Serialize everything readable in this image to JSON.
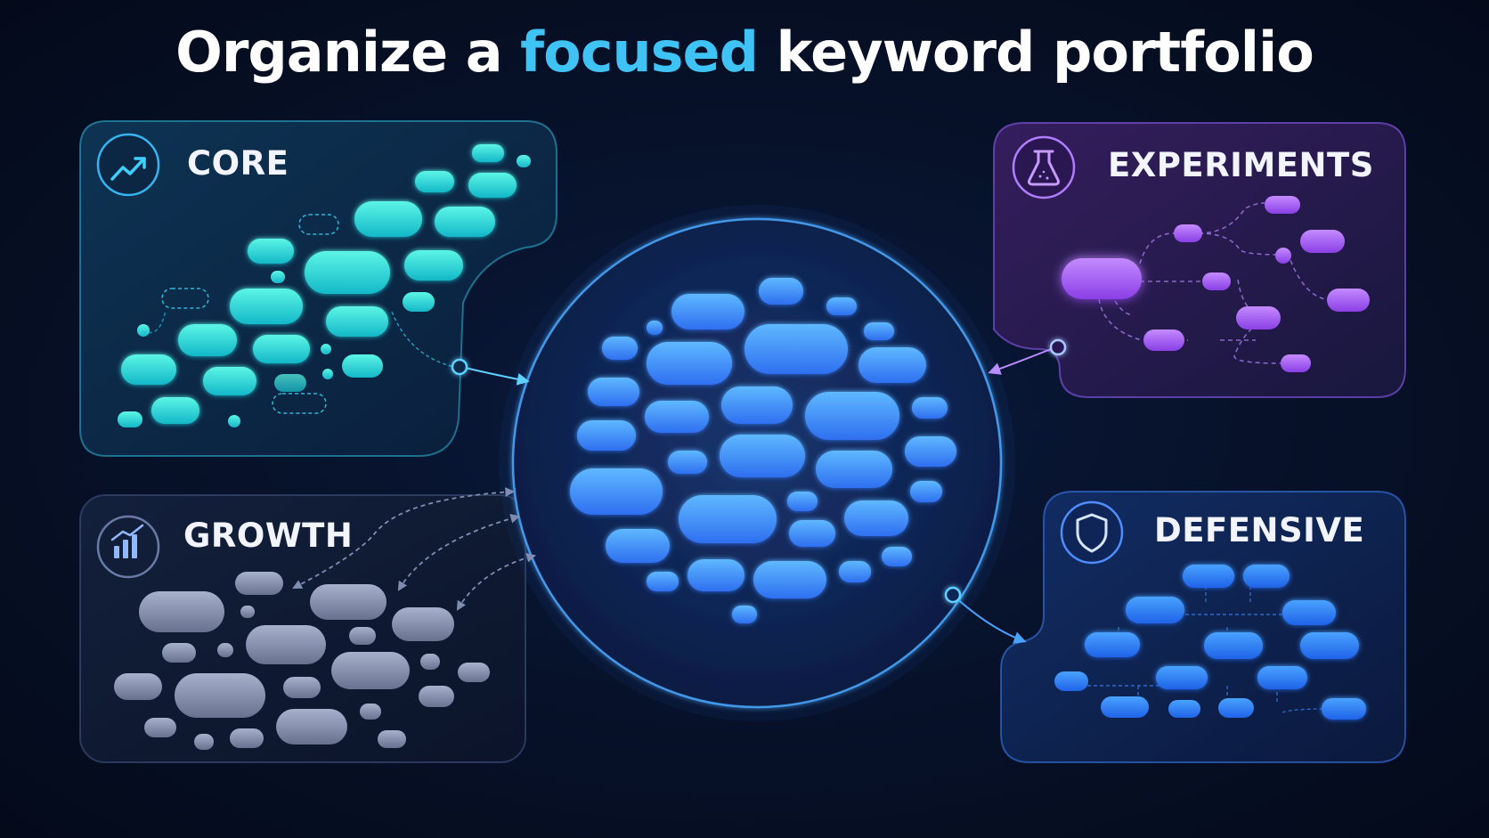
{
  "title": {
    "before": "Organize a ",
    "highlight": "focused",
    "after": " keyword portfolio"
  },
  "panels": {
    "core": {
      "label": "CORE",
      "icon": "trend-up-icon",
      "color": "#22e3d4"
    },
    "growth": {
      "label": "GROWTH",
      "icon": "bar-chart-icon",
      "color": "#8c97b4"
    },
    "experiments": {
      "label": "EXPERIMENTS",
      "icon": "flask-icon",
      "color": "#a45cf2"
    },
    "defensive": {
      "label": "DEFENSIVE",
      "icon": "shield-icon",
      "color": "#2f7ff5"
    }
  },
  "hub": {
    "color": "#3e8cf5"
  },
  "colors": {
    "accent": "#3fc3f5",
    "background": "#07122b"
  }
}
